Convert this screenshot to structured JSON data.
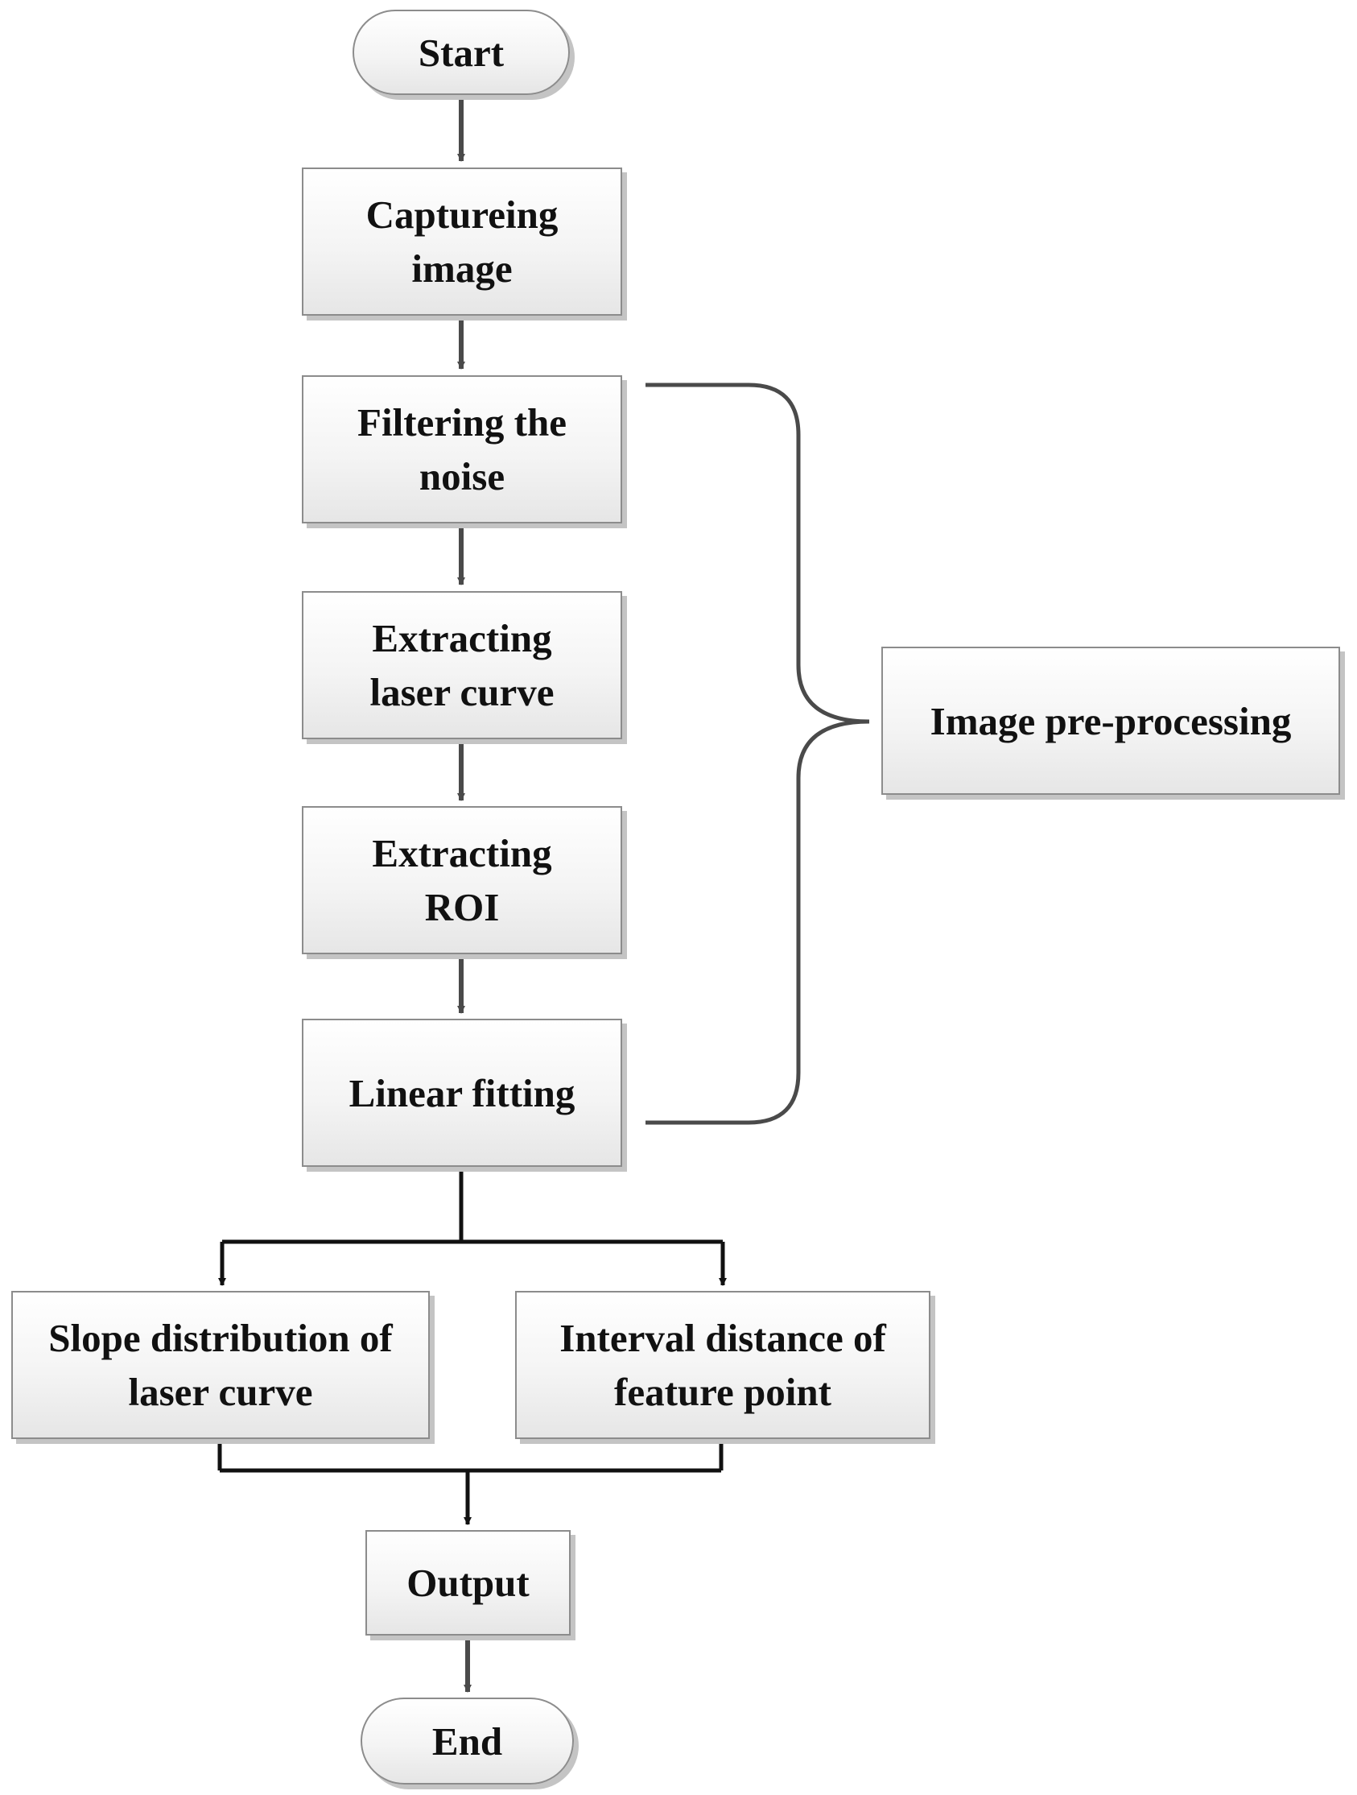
{
  "diagram": {
    "nodes": {
      "start": "Start",
      "capture": "Captureing\nimage",
      "filter": "Filtering the\nnoise",
      "extract_laser": "Extracting\nlaser curve",
      "extract_roi": "Extracting\nROI",
      "linear_fit": "Linear fitting",
      "slope": "Slope distribution of\nlaser curve",
      "interval": "Interval distance of\nfeature point",
      "output": "Output",
      "end": "End"
    },
    "group_label": "Image pre-processing"
  }
}
